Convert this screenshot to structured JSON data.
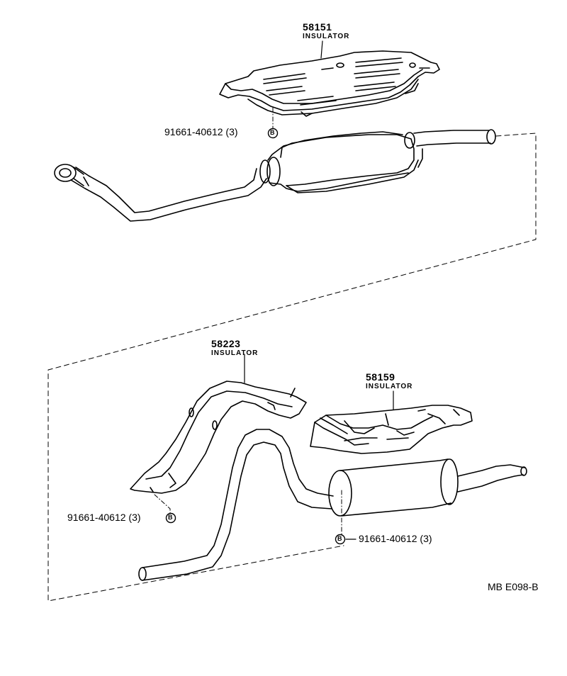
{
  "parts": [
    {
      "number": "58151",
      "name": "INSULATOR"
    },
    {
      "number": "58223",
      "name": "INSULATOR"
    },
    {
      "number": "58159",
      "name": "INSULATOR"
    }
  ],
  "fasteners": [
    {
      "label": "91661-40612 (3)",
      "marker": "B"
    },
    {
      "label": "91661-40612 (3)",
      "marker": "B"
    },
    {
      "label": "91661-40612 (3)",
      "marker": "B"
    }
  ],
  "drawing_code": "MB E098-B",
  "colors": {
    "line": "#000000",
    "background": "#ffffff"
  }
}
